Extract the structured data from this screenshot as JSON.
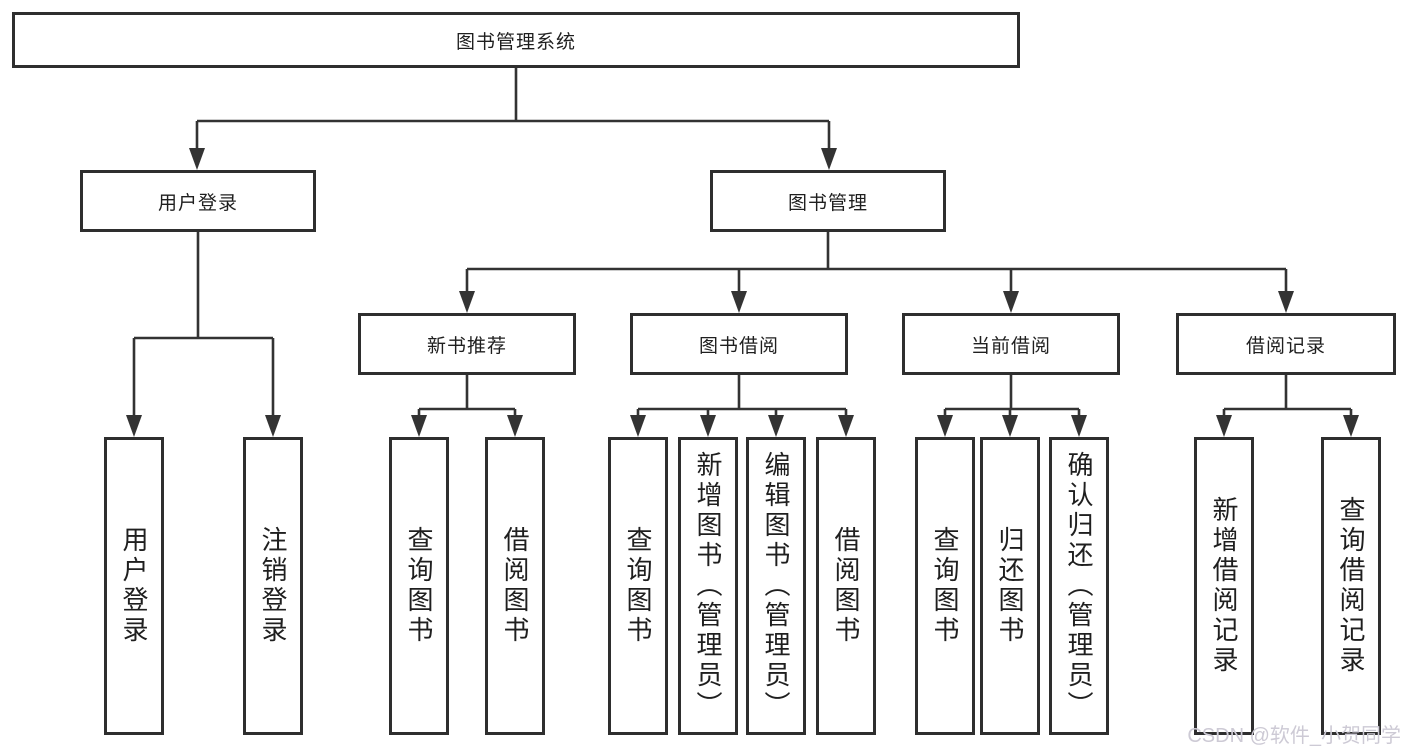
{
  "root": {
    "label": "图书管理系统"
  },
  "branches": {
    "user_login": {
      "label": "用户登录",
      "children": [
        {
          "label": "用户登录"
        },
        {
          "label": "注销登录"
        }
      ]
    },
    "book_management": {
      "label": "图书管理",
      "children": [
        {
          "label": "新书推荐",
          "children": [
            {
              "label": "查询图书"
            },
            {
              "label": "借阅图书"
            }
          ]
        },
        {
          "label": "图书借阅",
          "children": [
            {
              "label": "查询图书"
            },
            {
              "label": "新增图书（管理员）"
            },
            {
              "label": "编辑图书（管理员）"
            },
            {
              "label": "借阅图书"
            }
          ]
        },
        {
          "label": "当前借阅",
          "children": [
            {
              "label": "查询图书"
            },
            {
              "label": "归还图书"
            },
            {
              "label": "确认归还（管理员）"
            }
          ]
        },
        {
          "label": "借阅记录",
          "children": [
            {
              "label": "新增借阅记录"
            },
            {
              "label": "查询借阅记录"
            }
          ]
        }
      ]
    }
  },
  "watermark": "CSDN @软件_小贺同学",
  "colors": {
    "line": "#333333",
    "box_border": "#2e2e2e",
    "text": "#1f1f1f",
    "watermark_text": "#cdcad5",
    "background": "#ffffff"
  }
}
